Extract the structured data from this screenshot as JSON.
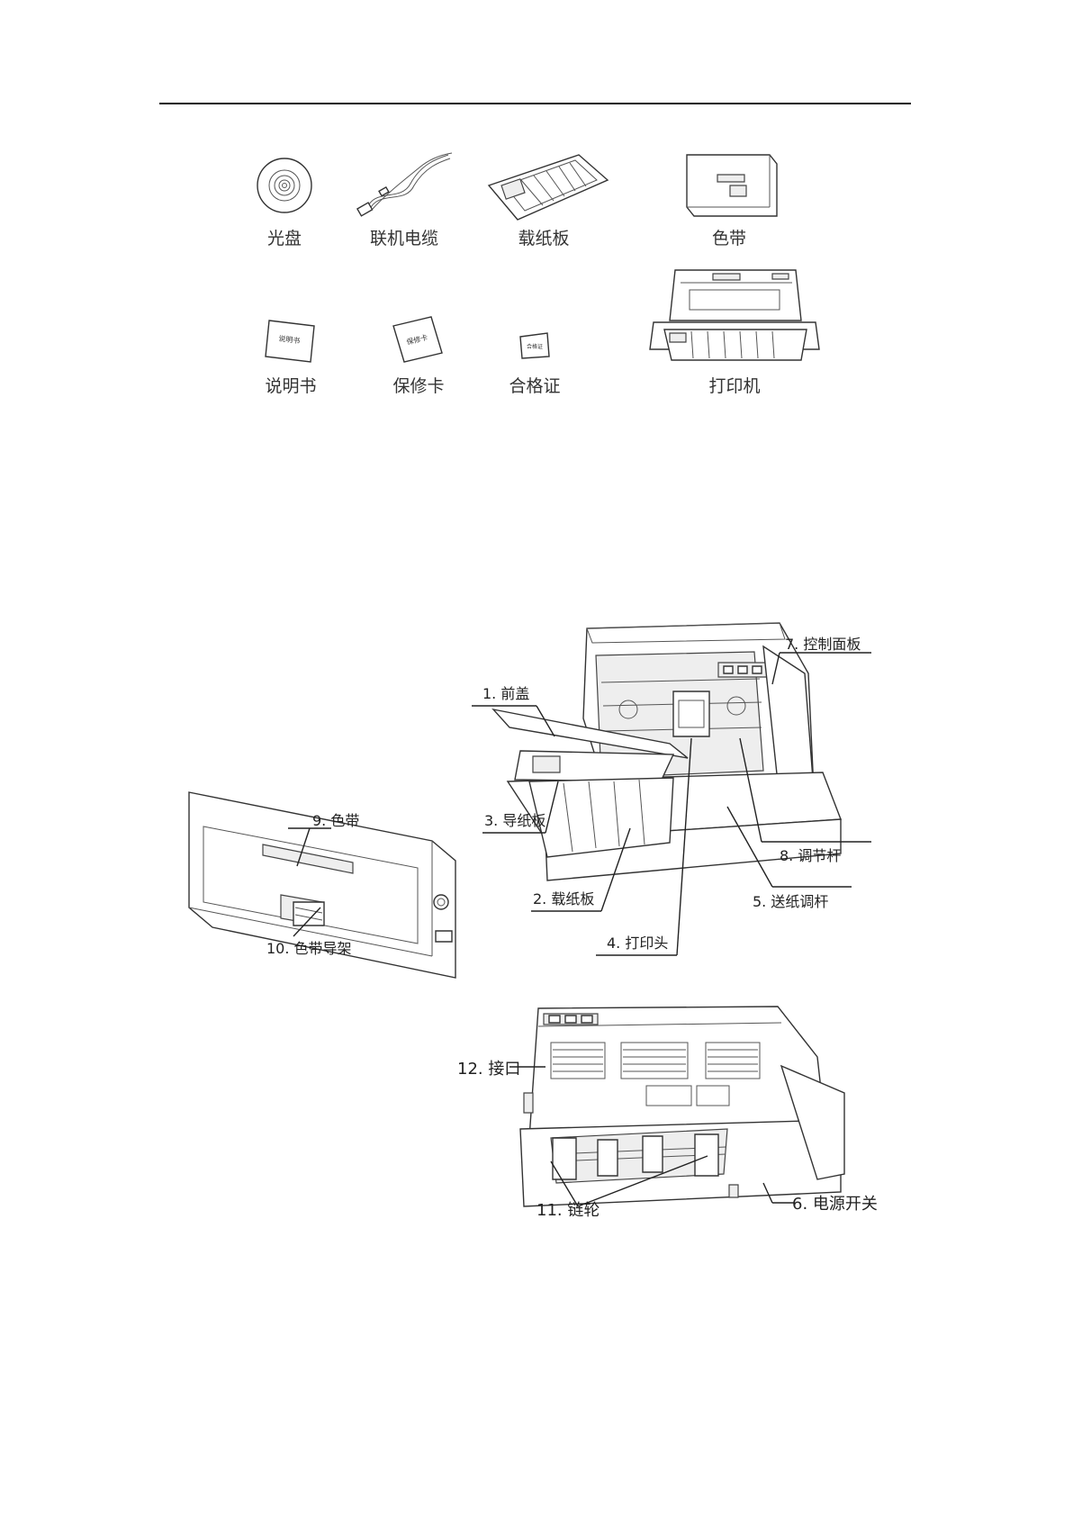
{
  "accessories": [
    {
      "icon": "cd-disc-icon",
      "label": "光盘"
    },
    {
      "icon": "usb-cable-icon",
      "label": "联机电缆"
    },
    {
      "icon": "paper-tray-icon",
      "label": "载纸板"
    },
    {
      "icon": "ribbon-cartridge-icon",
      "label": "色带"
    },
    {
      "icon": "manual-booklet-icon",
      "label": "说明书",
      "text": "说明书"
    },
    {
      "icon": "warranty-card-icon",
      "label": "保修卡",
      "text": "保修卡"
    },
    {
      "icon": "certificate-icon",
      "label": "合格证",
      "text": "合格证"
    },
    {
      "icon": "printer-icon",
      "label": "打印机"
    }
  ],
  "ribbon_callouts": {
    "ribbon": "9. 色带",
    "ribbon_guide": "10. 色带导架"
  },
  "front_callouts": {
    "front_cover": "1. 前盖",
    "paper_tray": "2. 载纸板",
    "paper_guide": "3. 导纸板",
    "print_head": "4. 打印头",
    "feed_lever": "5. 送纸调杆",
    "control_panel": "7. 控制面板",
    "adjust_lever": "8. 调节杆"
  },
  "rear_callouts": {
    "power_switch": "6. 电源开关",
    "sprocket": "11. 链轮",
    "interface": "12. 接口"
  }
}
